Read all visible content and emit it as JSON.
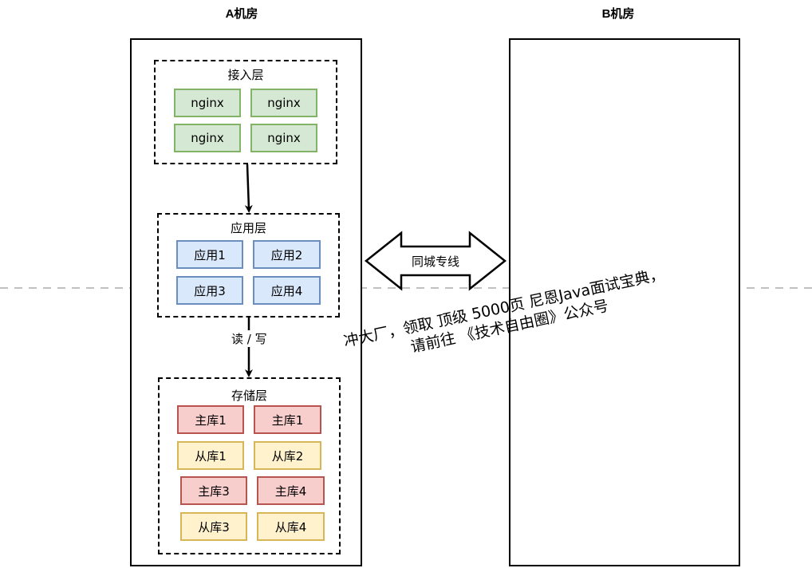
{
  "room_a": {
    "title": "A机房",
    "access_layer": {
      "label": "接入层",
      "nodes": [
        "nginx",
        "nginx",
        "nginx",
        "nginx"
      ]
    },
    "app_layer": {
      "label": "应用层",
      "nodes": [
        "应用1",
        "应用2",
        "应用3",
        "应用4"
      ]
    },
    "storage_layer": {
      "label": "存储层",
      "rows": [
        [
          "主库1",
          "主库1"
        ],
        [
          "从库1",
          "从库2"
        ],
        [
          "主库3",
          "主库4"
        ],
        [
          "从库3",
          "从库4"
        ]
      ]
    },
    "rw_label": "读 / 写"
  },
  "room_b": {
    "title": "B机房"
  },
  "link": {
    "label": "同城专线"
  },
  "watermark": {
    "line1": "冲大厂，领取 顶级 5000页 尼恩Java面试宝典，",
    "line2": "请前往 《技术自由圈》公众号"
  },
  "colors": {
    "access_fill": "#d5e8d4",
    "access_stroke": "#82b366",
    "app_fill": "#dae8fc",
    "app_stroke": "#6c8ebf",
    "master_fill": "#f8cecc",
    "master_stroke": "#b85450",
    "slave_fill": "#fff2cc",
    "slave_stroke": "#d6b656"
  }
}
